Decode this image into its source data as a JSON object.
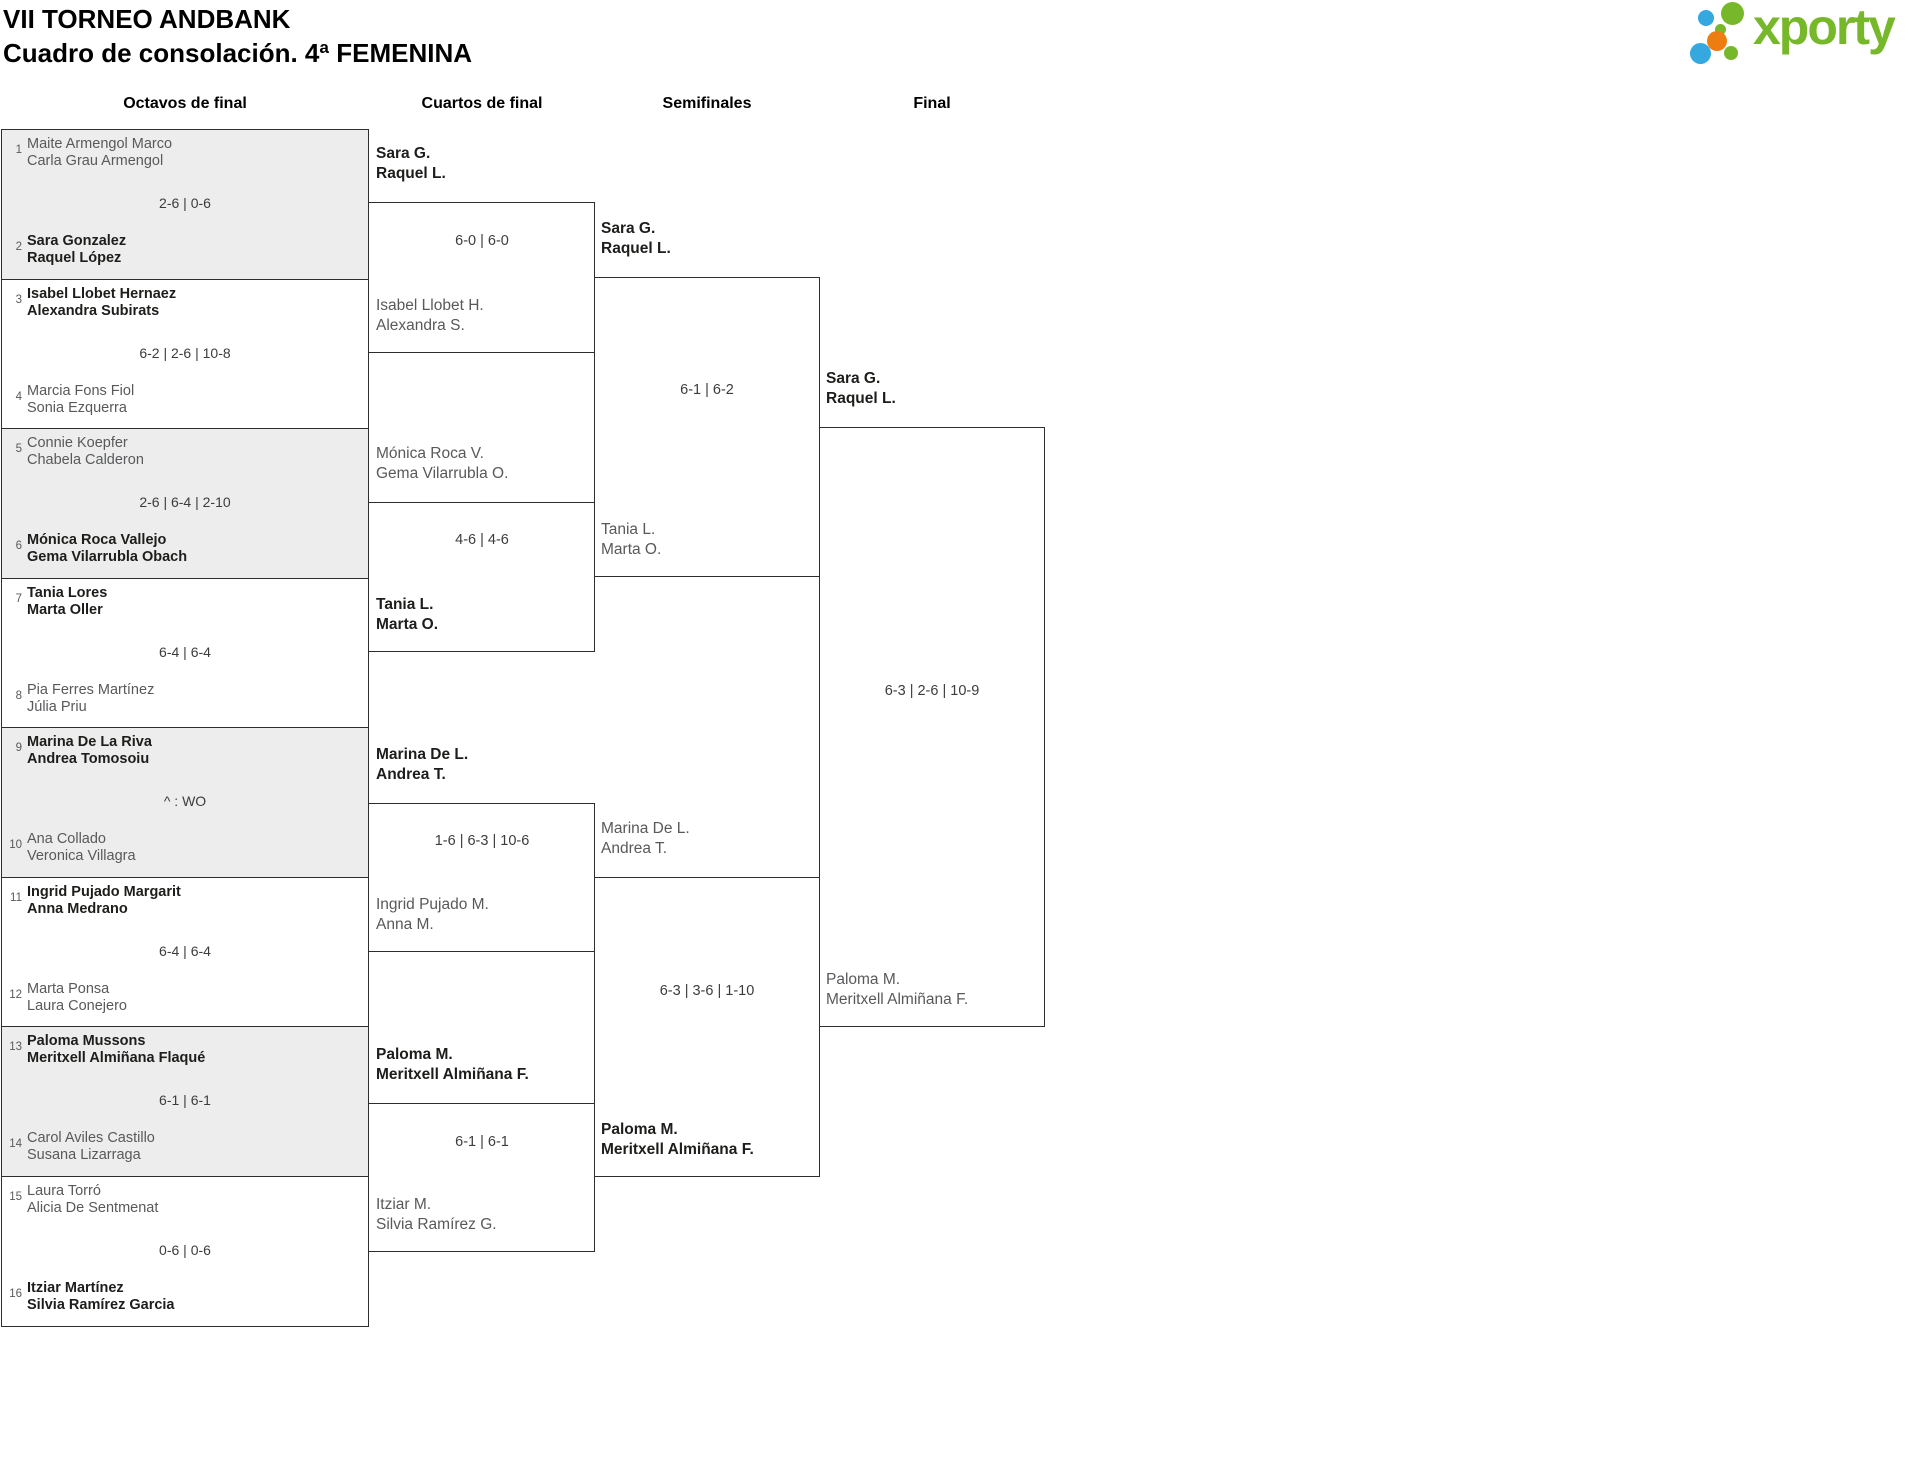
{
  "header": {
    "title_line1": "VII TORNEO ANDBANK",
    "title_line2": "Cuadro de consolación. 4ª FEMENINA"
  },
  "logo": {
    "text": "xporty",
    "green": "#76b829",
    "blue": "#35a8e0",
    "orange": "#ee7d11"
  },
  "rounds": [
    "Octavos de final",
    "Cuartos de final",
    "Semifinales",
    "Final"
  ],
  "octavos": [
    {
      "seed_top": "1",
      "team_top": [
        "Maite Armengol Marco",
        "Carla Grau Armengol"
      ],
      "top_winner": false,
      "score": "2-6 | 0-6",
      "seed_bottom": "2",
      "team_bottom": [
        "Sara Gonzalez",
        "Raquel López"
      ],
      "bottom_winner": true
    },
    {
      "seed_top": "3",
      "team_top": [
        "Isabel Llobet Hernaez",
        "Alexandra Subirats"
      ],
      "top_winner": true,
      "score": "6-2 | 2-6 | 10-8",
      "seed_bottom": "4",
      "team_bottom": [
        "Marcia Fons Fiol",
        "Sonia Ezquerra"
      ],
      "bottom_winner": false
    },
    {
      "seed_top": "5",
      "team_top": [
        "Connie Koepfer",
        "Chabela Calderon"
      ],
      "top_winner": false,
      "score": "2-6 | 6-4 | 2-10",
      "seed_bottom": "6",
      "team_bottom": [
        "Mónica Roca Vallejo",
        "Gema Vilarrubla Obach"
      ],
      "bottom_winner": true
    },
    {
      "seed_top": "7",
      "team_top": [
        "Tania Lores",
        "Marta Oller"
      ],
      "top_winner": true,
      "score": "6-4 | 6-4",
      "seed_bottom": "8",
      "team_bottom": [
        "Pia Ferres Martínez",
        "Júlia Priu"
      ],
      "bottom_winner": false
    },
    {
      "seed_top": "9",
      "team_top": [
        "Marina De La Riva",
        "Andrea Tomosoiu"
      ],
      "top_winner": true,
      "score": "^ : WO",
      "seed_bottom": "10",
      "team_bottom": [
        "Ana Collado",
        "Veronica Villagra"
      ],
      "bottom_winner": false
    },
    {
      "seed_top": "11",
      "team_top": [
        "Ingrid Pujado Margarit",
        "Anna Medrano"
      ],
      "top_winner": true,
      "score": "6-4 | 6-4",
      "seed_bottom": "12",
      "team_bottom": [
        "Marta Ponsa",
        "Laura Conejero"
      ],
      "bottom_winner": false
    },
    {
      "seed_top": "13",
      "team_top": [
        "Paloma Mussons",
        "Meritxell Almiñana Flaqué"
      ],
      "top_winner": true,
      "score": "6-1 | 6-1",
      "seed_bottom": "14",
      "team_bottom": [
        "Carol Aviles Castillo",
        "Susana Lizarraga"
      ],
      "bottom_winner": false
    },
    {
      "seed_top": "15",
      "team_top": [
        "Laura Torró",
        "Alicia De Sentmenat"
      ],
      "top_winner": false,
      "score": "0-6 | 0-6",
      "seed_bottom": "16",
      "team_bottom": [
        "Itziar Martínez",
        "Silvia Ramírez Garcia"
      ],
      "bottom_winner": true
    }
  ],
  "cuartos": [
    {
      "team_top": [
        "Sara G.",
        "Raquel L."
      ],
      "top_winner": true,
      "score": "6-0 | 6-0",
      "team_bottom": [
        "Isabel Llobet H.",
        "Alexandra S."
      ],
      "bottom_winner": false
    },
    {
      "team_top": [
        "Mónica Roca V.",
        "Gema Vilarrubla O."
      ],
      "top_winner": false,
      "score": "4-6 | 4-6",
      "team_bottom": [
        "Tania L.",
        "Marta O."
      ],
      "bottom_winner": true
    },
    {
      "team_top": [
        "Marina De L.",
        "Andrea T."
      ],
      "top_winner": true,
      "score": "1-6 | 6-3 | 10-6",
      "team_bottom": [
        "Ingrid Pujado M.",
        "Anna M."
      ],
      "bottom_winner": false
    },
    {
      "team_top": [
        "Paloma M.",
        "Meritxell Almiñana F."
      ],
      "top_winner": true,
      "score": "6-1 | 6-1",
      "team_bottom": [
        "Itziar M.",
        "Silvia Ramírez G."
      ],
      "bottom_winner": false
    }
  ],
  "semifinales": [
    {
      "team_top": [
        "Sara G.",
        "Raquel L."
      ],
      "top_winner": true,
      "score": "6-1 | 6-2",
      "team_bottom": [
        "Tania L.",
        "Marta O."
      ],
      "bottom_winner": false
    },
    {
      "team_top": [
        "Marina De L.",
        "Andrea T."
      ],
      "top_winner": false,
      "score": "6-3 | 3-6 | 1-10",
      "team_bottom": [
        "Paloma M.",
        "Meritxell Almiñana F."
      ],
      "bottom_winner": true
    }
  ],
  "final": {
    "team_top": [
      "Sara G.",
      "Raquel L."
    ],
    "top_winner": true,
    "score": "6-3 | 2-6 | 10-9",
    "team_bottom": [
      "Paloma M.",
      "Meritxell Almiñana F."
    ],
    "bottom_winner": false
  }
}
